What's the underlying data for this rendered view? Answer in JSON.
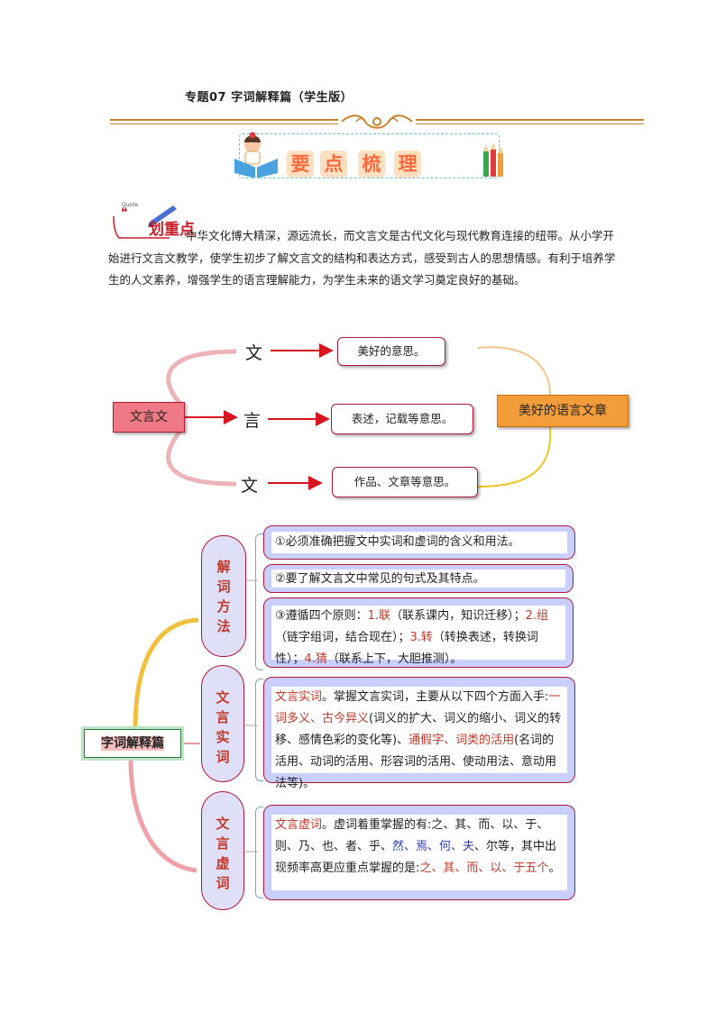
{
  "header": {
    "title": "专题07 字词解释篇（学生版）",
    "banner_tiles": [
      "要",
      "点",
      "梳",
      "理"
    ]
  },
  "intro": {
    "badge_label": "划重点",
    "badge_sub": "Quote",
    "paragraph": "中华文化博大精深，源远流长，而文言文是古代文化与现代教育连接的纽带。从小学开始进行文言文教学，使学生初步了解文言文的结构和表达方式，感受到古人的思想情感。有利于培养学生的人文素养，增强学生的语言理解能力，为学生未来的语文学习奠定良好的基础。"
  },
  "diagram1": {
    "root": "文言文",
    "branches": [
      {
        "char": "文",
        "meaning": "美好的意思。"
      },
      {
        "char": "言",
        "meaning": "表述，记载等意思。"
      },
      {
        "char": "文",
        "meaning": "作品、文章等意思。"
      }
    ],
    "result": "美好的语言文章"
  },
  "diagram2": {
    "root": "字词解释篇",
    "groups": [
      {
        "label": [
          "解",
          "词",
          "方",
          "法"
        ]
      },
      {
        "label": [
          "文",
          "言",
          "实",
          "词"
        ]
      },
      {
        "label": [
          "文",
          "言",
          "虚",
          "词"
        ]
      }
    ],
    "method1": "①必须准确把握文中实词和虚词的含义和用法。",
    "method2": "②要了解文言文中常见的句式及其特点。",
    "method3": {
      "lead": "③遵循四个原则：",
      "p1": "1.联",
      "p1_text": "（联系课内，知识迁移）；",
      "p2": "2.组",
      "p2_text": "（链字组词，结合现在）；",
      "p3": "3.转",
      "p3_text": "（转换表述，转换词性）；",
      "p4": "4.猜",
      "p4_text": "（联系上下，大胆推测）。"
    },
    "shici": {
      "head": "文言实词",
      "t1": "。掌握文言实词，主要从以下四个方面入手:",
      "k1": "一词多义、古今异义",
      "t2": "(词义的扩大、词义的缩小、词义的转移、感情色彩的变化等)、",
      "k2": "通假字、词类的活用",
      "t3": "(名词的活用、动词的活用、形容词的活用、使动用法、意动用法等)。"
    },
    "xuci": {
      "head": "文言虚词",
      "t1": "。虚词着重掌握的有:之、其、而、以、于、则、乃、也、者、乎、",
      "b1": "然、焉、何、夫",
      "t2": "、尔等，其中出现频率高更应重点掌握的是:",
      "k1": "之、其、而、以、于五个",
      "t3": "。"
    }
  }
}
